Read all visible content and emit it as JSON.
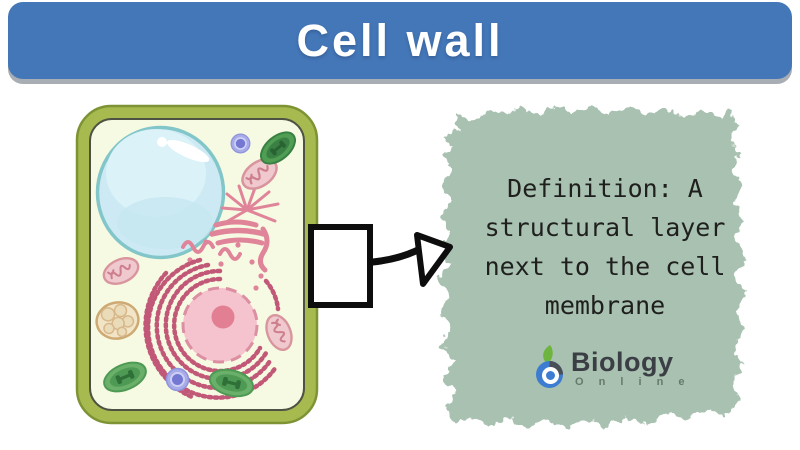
{
  "header": {
    "title": "Cell wall"
  },
  "definition": {
    "lines": [
      "Definition: A",
      "structural layer",
      "next to the cell",
      "membrane"
    ]
  },
  "logo": {
    "brand": "Biology",
    "subbrand": "O n l i n e"
  },
  "colors": {
    "page_bg": "#ffffff",
    "banner_blue": "#4477b8",
    "banner_shadow": "#a9adb4",
    "cell_wall_green": "#a6ba50",
    "cell_wall_outline": "#7e9434",
    "cytoplasm_cream": "#f7fae2",
    "vacuole_blue": "#cdeaf4",
    "vacuole_stroke": "#82c6ca",
    "golgi_pink": "#e0849a",
    "er_pink": "#c25878",
    "nucleus_pink": "#f5c3cd",
    "nucleolus_pink": "#e27f93",
    "chloroplast_green": "#6ab06a",
    "mitochondria_pink": "#f0c9ce",
    "blob_sage": "#a8c1b0",
    "ink": "#1f201e",
    "logo_dark": "#3b3f45",
    "logo_sub": "#67796c",
    "logo_blue": "#3d7dd1",
    "logo_green": "#6db53e",
    "arrow_black": "#0d0d0d"
  }
}
